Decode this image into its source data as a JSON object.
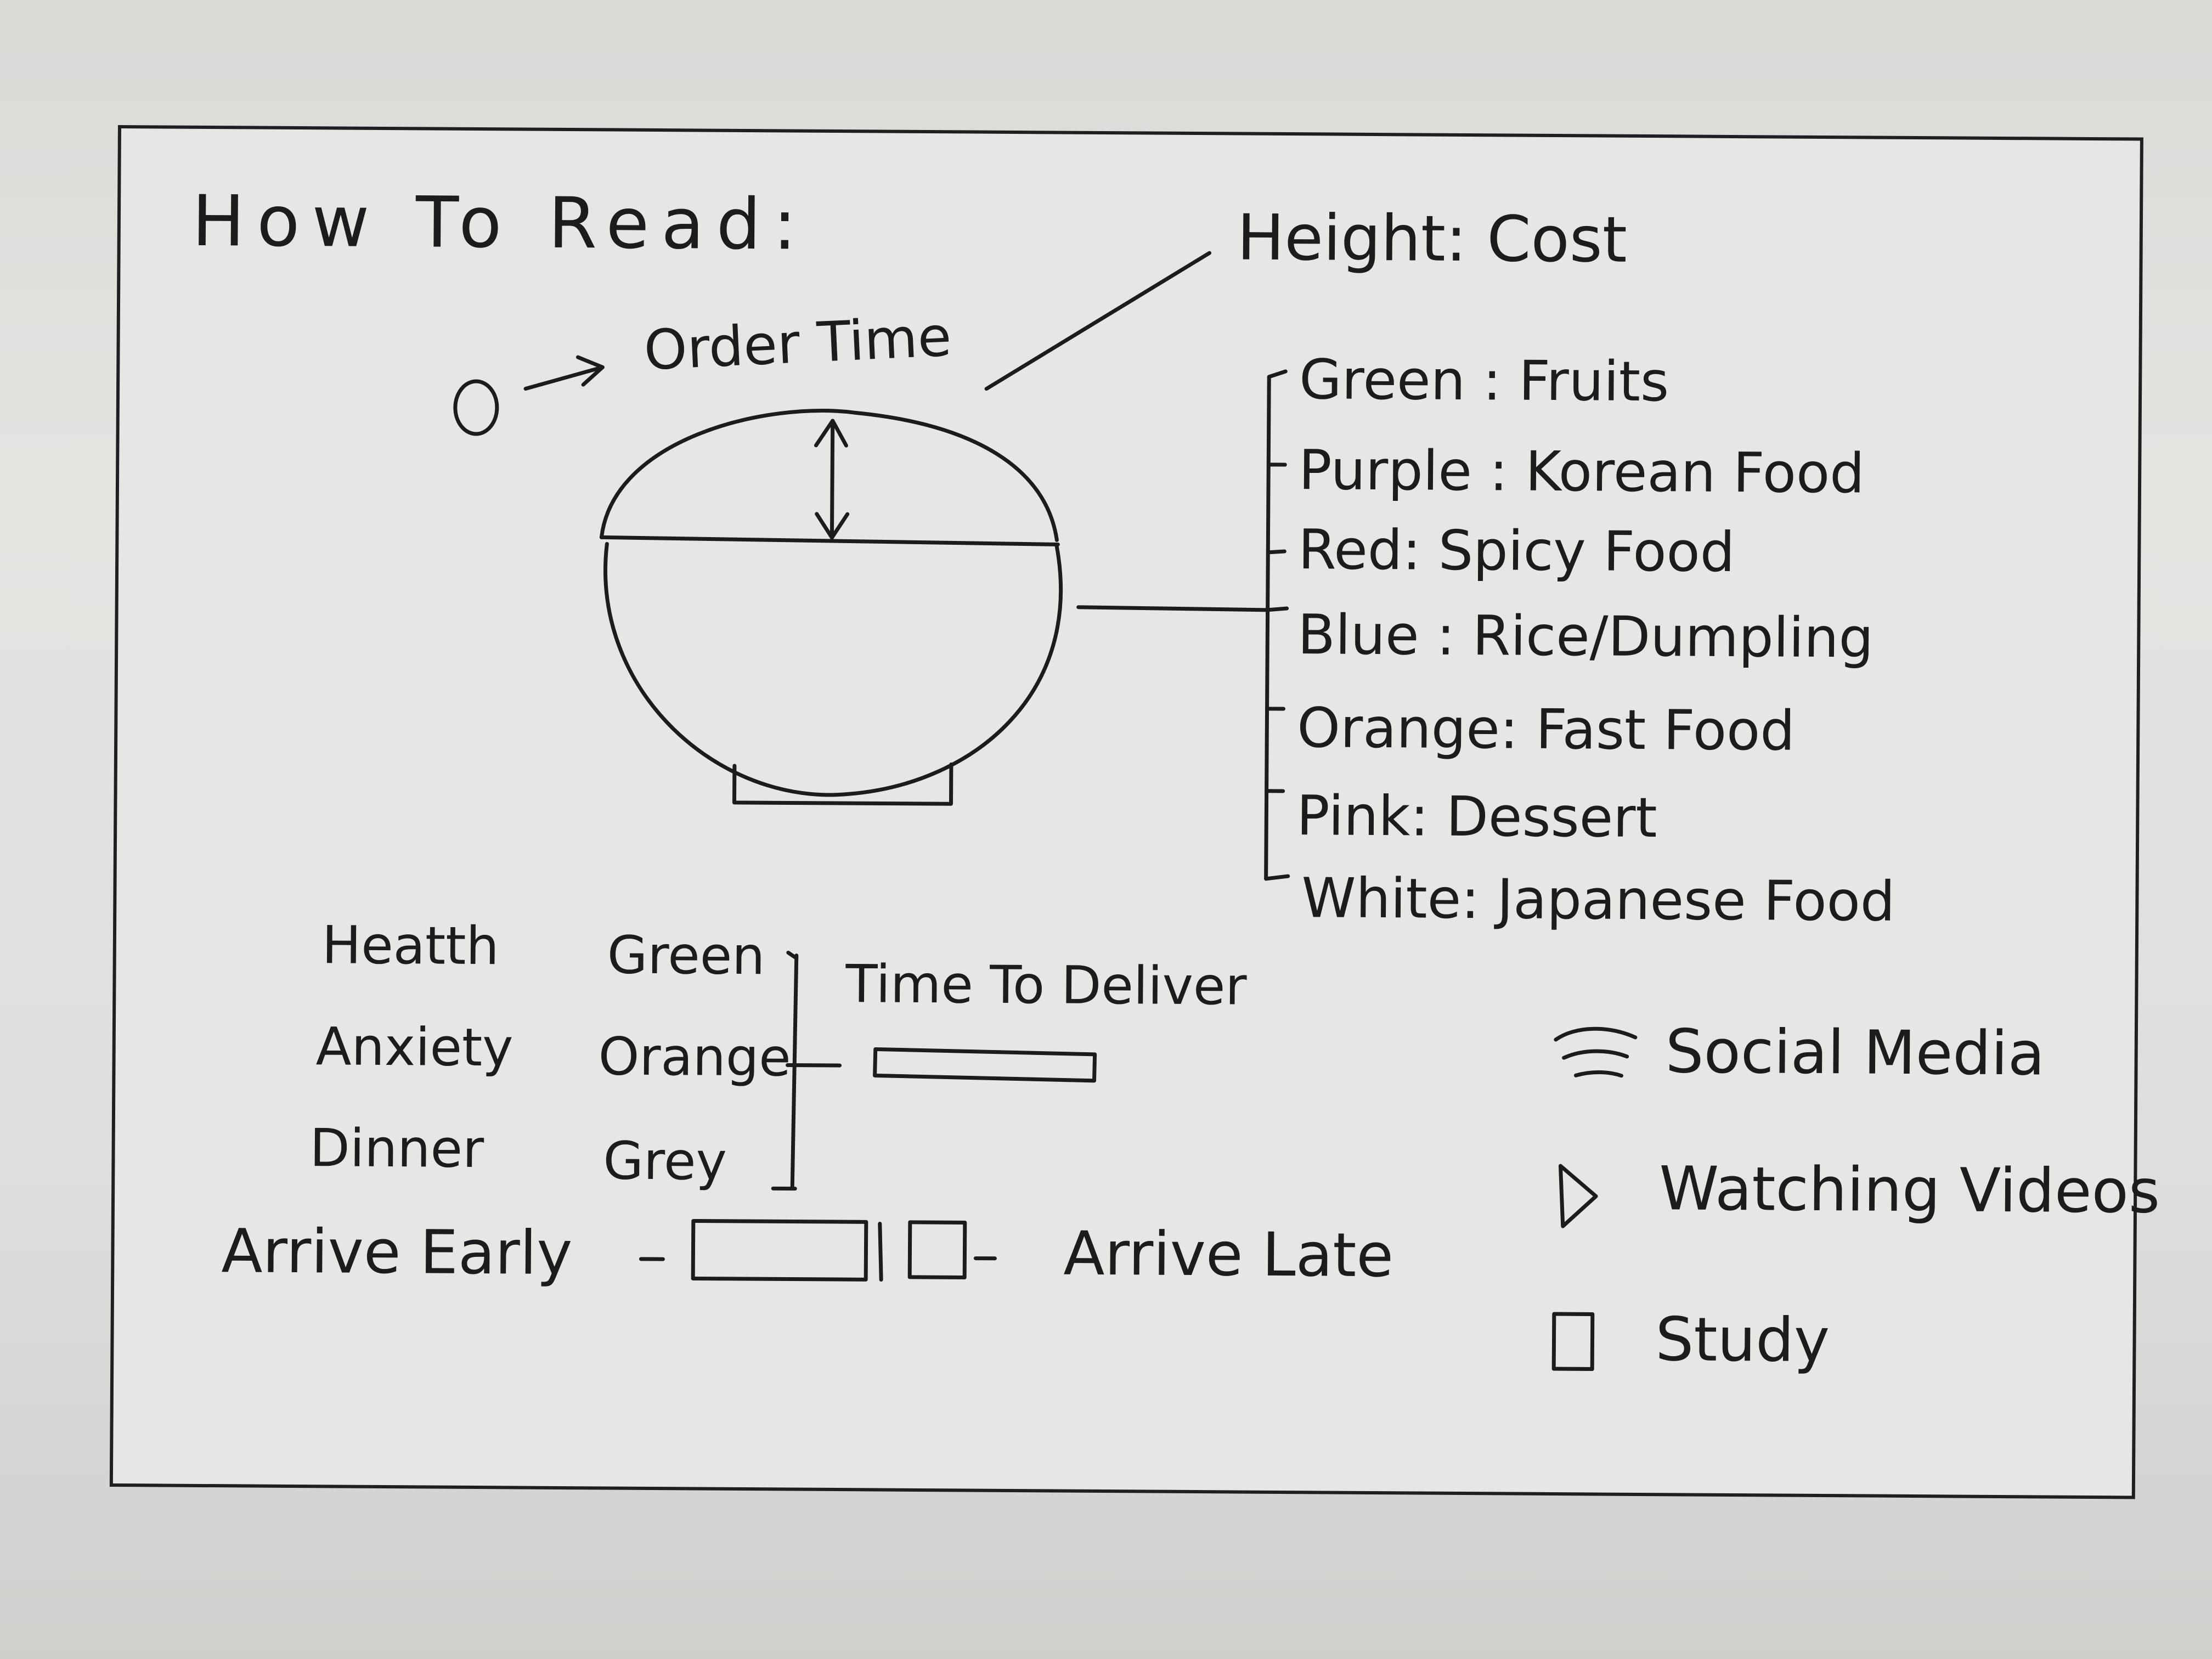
{
  "title": "How To Read:",
  "height_label": "Height: Cost",
  "order_time_label": "Order Time",
  "legend_items": [
    {
      "color": "Green",
      "meaning": "Fruits"
    },
    {
      "color": "Purple",
      "meaning": "Korean Food"
    },
    {
      "color": "Red",
      "meaning": "Spicy Food"
    },
    {
      "color": "Blue",
      "meaning": "Rice/Dumpling"
    },
    {
      "color": "Orange",
      "meaning": "Fast Food"
    },
    {
      "color": "Pink",
      "meaning": "Dessert"
    },
    {
      "color": "White",
      "meaning": "Japanese Food"
    }
  ],
  "mood_rows": [
    {
      "label": "Heatth",
      "color": "Green"
    },
    {
      "label": "Anxiety",
      "color": "Orange"
    },
    {
      "label": "Dinner",
      "color": "Grey"
    }
  ],
  "time_to_deliver_label": "Time To Deliver",
  "arrive_early_label": "Arrive Early",
  "arrive_late_label": "Arrive Late",
  "activities": [
    {
      "icon": "wifi-icon",
      "label": "Social Media"
    },
    {
      "icon": "play-icon",
      "label": "Watching Videos"
    },
    {
      "icon": "square-icon",
      "label": "Study"
    }
  ]
}
